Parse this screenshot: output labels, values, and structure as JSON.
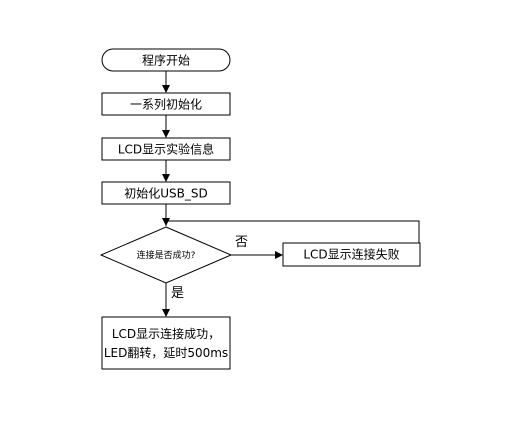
{
  "nodes": {
    "start": "程序开始",
    "init_series": "一系列初始化",
    "lcd_info": "LCD显示实验信息",
    "init_usb": "初始化USB_SD",
    "decision": "连接是否成功?",
    "lcd_fail": "LCD显示连接失败",
    "success_line1": "LCD显示连接成功，",
    "success_line2": "LED翻转，延时500ms"
  },
  "edges": {
    "no_label": "否",
    "yes_label": "是"
  }
}
